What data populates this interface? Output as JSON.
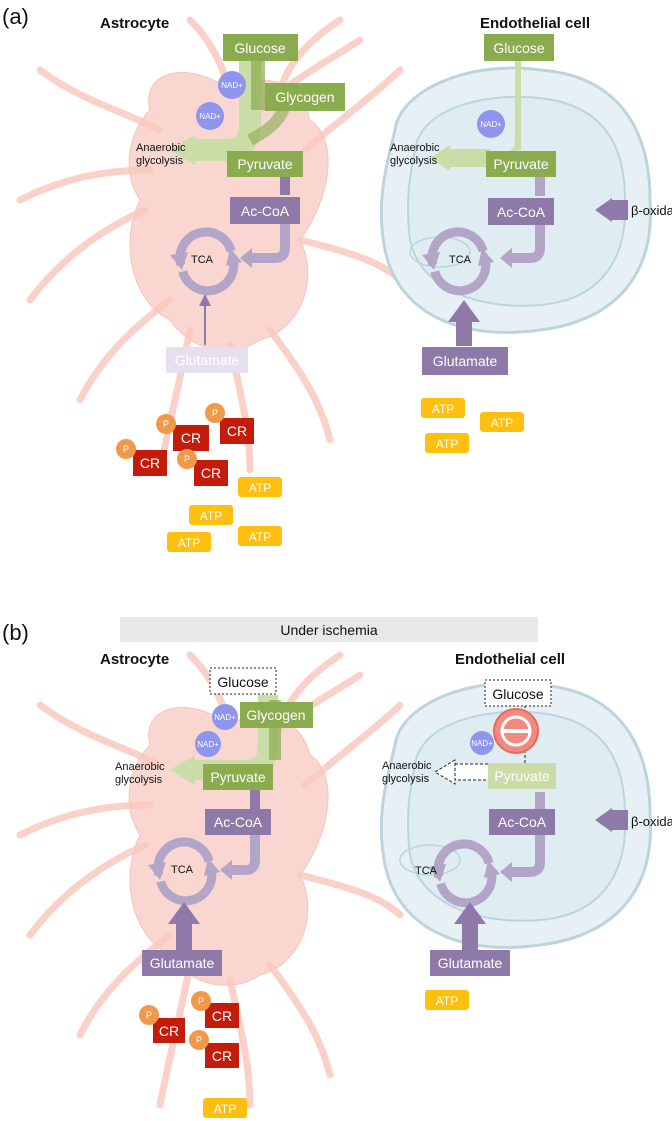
{
  "panel_a": {
    "label": "(a)",
    "astrocyte": {
      "title": "Astrocyte",
      "glucose": "Glucose",
      "glycogen": "Glycogen",
      "pyruvate": "Pyruvate",
      "acoa": "Ac-CoA",
      "tca": "TCA",
      "glutamate": "Glutamate",
      "anaerobic_line1": "Anaerobic",
      "anaerobic_line2": "glycolysis",
      "nad1": "NAD+",
      "nad2": "NAD+",
      "p_label": "P",
      "cr_label": "CR",
      "atp_label": "ATP"
    },
    "endothelial": {
      "title": "Endothelial cell",
      "glucose": "Glucose",
      "pyruvate": "Pyruvate",
      "acoa": "Ac-CoA",
      "tca": "TCA",
      "glutamate": "Glutamate",
      "boxidation": "β-oxidation",
      "anaerobic_line1": "Anaerobic",
      "anaerobic_line2": "glycolysis",
      "nad": "NAD+",
      "atp_label": "ATP"
    }
  },
  "panel_b": {
    "label": "(b)",
    "banner": "Under ischemia",
    "astrocyte": {
      "title": "Astrocyte",
      "glucose": "Glucose",
      "glycogen": "Glycogen",
      "pyruvate": "Pyruvate",
      "acoa": "Ac-CoA",
      "tca": "TCA",
      "glutamate": "Glutamate",
      "anaerobic_line1": "Anaerobic",
      "anaerobic_line2": "glycolysis",
      "nad1": "NAD+",
      "nad2": "NAD+",
      "p_label": "P",
      "cr_label": "CR",
      "atp_label": "ATP"
    },
    "endothelial": {
      "title": "Endothelial cell",
      "glucose": "Glucose",
      "pyruvate": "Pyruvate",
      "acoa": "Ac-CoA",
      "tca": "TCA",
      "glutamate": "Glutamate",
      "boxidation": "β-oxidation",
      "anaerobic_line1": "Anaerobic",
      "anaerobic_line2": "glycolysis",
      "nad": "NAD+",
      "atp_label": "ATP"
    }
  },
  "colors": {
    "green": "#8bab4f",
    "green_light": "#cadda7",
    "purple": "#8f79a8",
    "purple_light": "#b3a5c7",
    "purple_faded": "#e6dff0",
    "nad": "#8f95ee",
    "atp": "#ffbf10",
    "cr": "#c41c0b",
    "p": "#f1994a",
    "astro_body": "#f9d3cb",
    "endo_fill": "#e7f1f5",
    "endo_stroke": "#bcd5dd",
    "banner": "#e8e8e8",
    "blocked": "#f28a80"
  }
}
